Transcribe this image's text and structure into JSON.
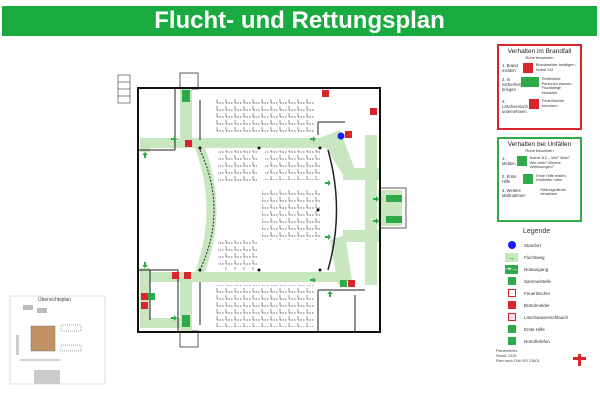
{
  "header": {
    "title": "Flucht- und Rettungsplan"
  },
  "fire_panel": {
    "title": "Verhalten im Brandfall",
    "subtitle": "Ruhe bewahren",
    "steps": [
      {
        "label": "1. Brand melden",
        "text": "Brandmelder betätigen / Notruf 112"
      },
      {
        "label": "2. In Sicherheit bringen",
        "text": "Gefährdete Personen warnen, Fluchtwege benutzen"
      },
      {
        "label": "3. Löschversuch unternehmen",
        "text": "Feuerlöscher benutzen"
      }
    ]
  },
  "accident_panel": {
    "title": "Verhalten bei Unfällen",
    "subtitle": "Ruhe bewahren",
    "steps": [
      {
        "label": "1. Melden",
        "text": "Notruf 112 – Wo? Was? Wie viele? Welche Verletzungen?"
      },
      {
        "label": "2. Erste Hilfe",
        "text": "Erste Hilfe leisten, Ersthelfer rufen"
      },
      {
        "label": "3. Weitere Maßnahmen",
        "text": "Rettungsdienst einweisen"
      }
    ]
  },
  "legend": {
    "title": "Legende",
    "items": [
      {
        "label": "Standort",
        "icon": "location-dot-icon"
      },
      {
        "label": "Fluchtweg",
        "icon": "escape-route-arrow-icon"
      },
      {
        "label": "Notausgang",
        "icon": "emergency-exit-icon"
      },
      {
        "label": "Sammelstelle",
        "icon": "assembly-point-icon"
      },
      {
        "label": "Feuerlöscher",
        "icon": "fire-extinguisher-icon"
      },
      {
        "label": "Brandmelder",
        "icon": "fire-alarm-icon"
      },
      {
        "label": "Löschwasserschlauch",
        "icon": "fire-hose-icon"
      },
      {
        "label": "Erste Hilfe",
        "icon": "first-aid-icon"
      },
      {
        "label": "Notruftelefon",
        "icon": "emergency-phone-icon"
      }
    ]
  },
  "overview": {
    "label": "Übersichtsplan"
  },
  "footer": {
    "lines": [
      "Planersteller:",
      "Stand: 2015",
      "Plan nach DIN ISO 23601"
    ]
  },
  "colors": {
    "brand_green": "#1aab40",
    "route": "#c8e6c0",
    "alarm_red": "#d9262c",
    "location_blue": "#1a1aff"
  }
}
